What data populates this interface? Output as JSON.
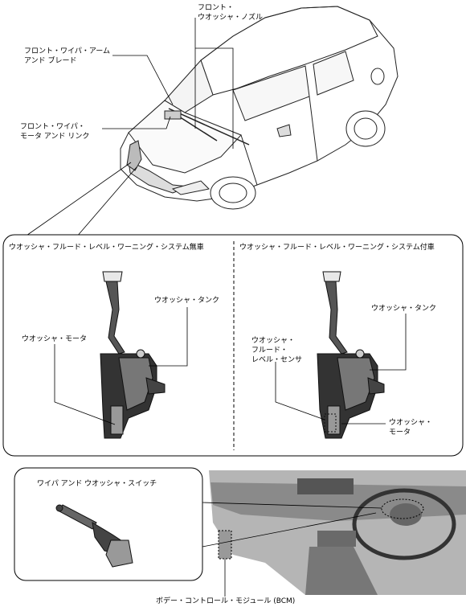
{
  "labels": {
    "front_washer_nozzle": [
      "フロント・",
      "ウオッシャ・ノズル"
    ],
    "front_wiper_arm_blade": [
      "フロント・ワイパ・アーム",
      "アンド ブレード"
    ],
    "front_wiper_motor_link": [
      "フロント・ワイパ・",
      "モータ アンド リンク"
    ],
    "panel_without_system": "ウオッシャ・フルード・レベル・ワーニング・システム無車",
    "panel_with_system": "ウオッシャ・フルード・レベル・ワーニング・システム付車",
    "washer_tank_left": "ウオッシャ・タンク",
    "washer_motor_left": "ウオッシャ・モータ",
    "washer_tank_right": "ウオッシャ・タンク",
    "washer_level_sensor": [
      "ウオッシャ・",
      "フルード・",
      "レベル・センサ"
    ],
    "washer_motor_right": [
      "ウオッシャ・",
      "モータ"
    ],
    "wiper_washer_switch": "ワイパ アンド ウオッシャ・スイッチ",
    "bcm": "ボデー・コントロール・モジュール (BCM)"
  }
}
